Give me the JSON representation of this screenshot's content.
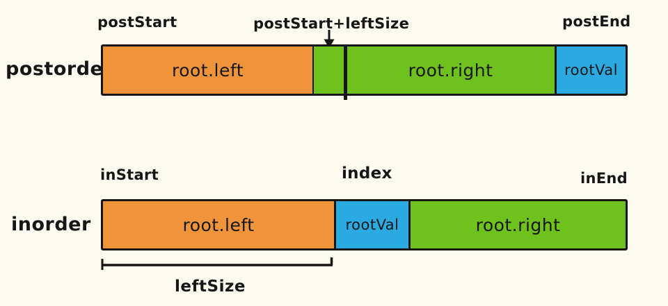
{
  "colors": {
    "orange": "#F0943B",
    "green": "#6FC11E",
    "blue": "#2BAAE2",
    "ink": "#161616",
    "bg": "#FDFBEF"
  },
  "postorder": {
    "row_label": "postorder",
    "pointer_labels": {
      "start": "postStart",
      "mid": "postStart+leftSize",
      "end": "postEnd"
    },
    "segments": {
      "left": "root.left",
      "spacer": "",
      "right": "root.right",
      "rootval": "rootVal"
    }
  },
  "inorder": {
    "row_label": "inorder",
    "pointer_labels": {
      "start": "inStart",
      "mid": "index",
      "end": "inEnd"
    },
    "segments": {
      "left": "root.left",
      "rootval": "rootVal",
      "right": "root.right"
    },
    "bracket_label": "leftSize"
  }
}
